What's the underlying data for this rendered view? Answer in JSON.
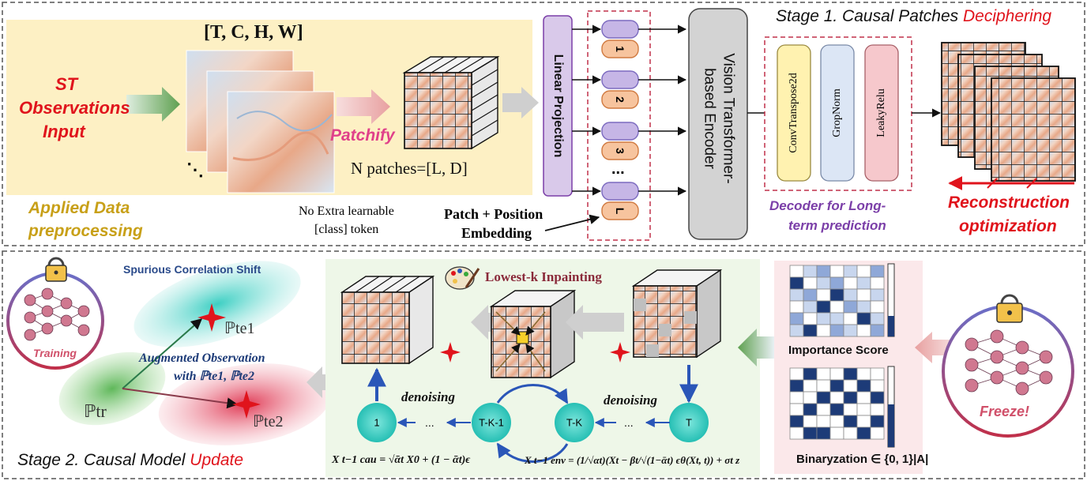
{
  "stage1": {
    "title_prefix": "Stage 1. Causal Patches ",
    "title_highlight": "Deciphering",
    "preprocess": {
      "input_line1": "ST",
      "input_line2": "Observations",
      "input_line3": "Input",
      "dims_label": "[T, C, H, W]",
      "dots": "⋱",
      "patchify_label": "Patchify",
      "patches_label": "N patches=[L, D]",
      "footer_line1": "Applied Data",
      "footer_line2": "preprocessing"
    },
    "linear_projection": "Linear Projection",
    "tokens": [
      "1",
      "2",
      "3",
      "L"
    ],
    "token_ellipsis": "...",
    "no_cls_line1": "No Extra learnable",
    "no_cls_line2": "[class] token",
    "embedding_line1": "Patch + Position",
    "embedding_line2": "Embedding",
    "encoder_line1": "Vision Transformer-",
    "encoder_line2": "based Encoder",
    "decoder_blocks": [
      "ConvTranspose2d",
      "GropNorm",
      "LeakyRelu"
    ],
    "decoder_caption_line1": "Decoder for Long-",
    "decoder_caption_line2": "term prediction",
    "reconstruction_line1": "Reconstruction",
    "reconstruction_line2": "optimization"
  },
  "stage2": {
    "title_prefix": "Stage 2. Causal Model ",
    "title_highlight": "Update",
    "training_label": "Training",
    "freeze_label": "Freeze!",
    "spurious_label": "Spurious Correlation Shift",
    "augmented_line1": "Augmented Observation",
    "augmented_line2": "with ℙte1, ℙte2",
    "p_tr": "ℙtr",
    "p_te1": "ℙte1",
    "p_te2": "ℙte2",
    "inpainting_label": "Lowest-k Inpainting",
    "denoising_label": "denoising",
    "steps": [
      "1",
      "T-K-1",
      "T-K",
      "T"
    ],
    "step_ellipsis": "...",
    "importance_label": "Importance Score",
    "binarization_label": "Binaryzation ∈ {0, 1}|A|",
    "formula_cau": "X t−1 cau = √ᾱt X0 + (1 − ᾱt)ϵ",
    "formula_env": "X t−1 env = (1/√αt)(Xt − βt/√(1−ᾱt) ϵθ(Xt, t)) + σt z"
  },
  "colors": {
    "red": "#e0141c",
    "gold": "#c8a018",
    "purple": "#7b3fa8",
    "navy": "#1d3b78",
    "yellow_bg": "#fdf0c4",
    "green_bg": "#eef7e8",
    "teal": "#3ecfc5",
    "linear_proj": "#d9c9ea",
    "encoder": "#d3d3d3",
    "conv": "#fff2b0",
    "norm": "#dce6f5",
    "relu": "#f6c8cc"
  },
  "icons": [
    "arrow-icon",
    "lock-icon",
    "palette-icon",
    "sparkle-icon",
    "neural-network-icon"
  ]
}
